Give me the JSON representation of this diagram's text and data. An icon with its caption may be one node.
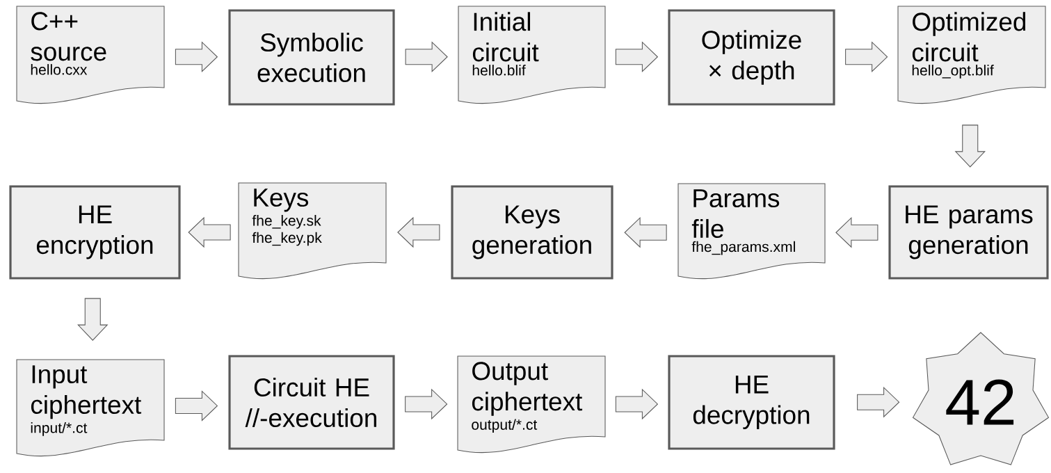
{
  "diagram": {
    "nodes": [
      {
        "text": [
          "C++ source",
          "hello.cxx"
        ]
      },
      {
        "text": [
          "Symbolic execution"
        ]
      },
      {
        "text": [
          "Initial circuit",
          "hello.blif"
        ]
      },
      {
        "text": [
          "Optimize × depth"
        ]
      },
      {
        "text": [
          "Optimized circuit",
          "hello_opt.blif"
        ]
      },
      {
        "text": [
          "HE encryption"
        ]
      },
      {
        "text": [
          "Keys",
          "fhe_key.sk fhe_key.pk"
        ]
      },
      {
        "text": [
          "Keys generation"
        ]
      },
      {
        "text": [
          "Params file",
          "fhe_params.xml"
        ]
      },
      {
        "text": [
          "HE params generation"
        ]
      },
      {
        "text": [
          "Input ciphertext",
          "input/*.ct"
        ]
      },
      {
        "text": [
          "Circuit HE //-execution"
        ]
      },
      {
        "text": [
          "Output ciphertext",
          "output/*.ct"
        ]
      },
      {
        "text": [
          "HE decryption"
        ]
      },
      {
        "text": [
          "42"
        ]
      }
    ],
    "edges": [
      {
        "from": 0,
        "to": 1,
        "arrow": "to"
      },
      {
        "from": 1,
        "to": 2,
        "arrow": "to"
      },
      {
        "from": 2,
        "to": 3,
        "arrow": "to"
      },
      {
        "from": 3,
        "to": 4,
        "arrow": "to"
      },
      {
        "from": 4,
        "to": 9,
        "arrow": "to"
      },
      {
        "from": 9,
        "to": 8,
        "arrow": "to"
      },
      {
        "from": 8,
        "to": 7,
        "arrow": "to"
      },
      {
        "from": 7,
        "to": 6,
        "arrow": "to"
      },
      {
        "from": 6,
        "to": 5,
        "arrow": "to"
      },
      {
        "from": 5,
        "to": 10,
        "arrow": "to"
      },
      {
        "from": 10,
        "to": 11,
        "arrow": "to"
      },
      {
        "from": 11,
        "to": 12,
        "arrow": "to"
      },
      {
        "from": 12,
        "to": 13,
        "arrow": "to"
      },
      {
        "from": 13,
        "to": 14,
        "arrow": "to"
      }
    ]
  }
}
